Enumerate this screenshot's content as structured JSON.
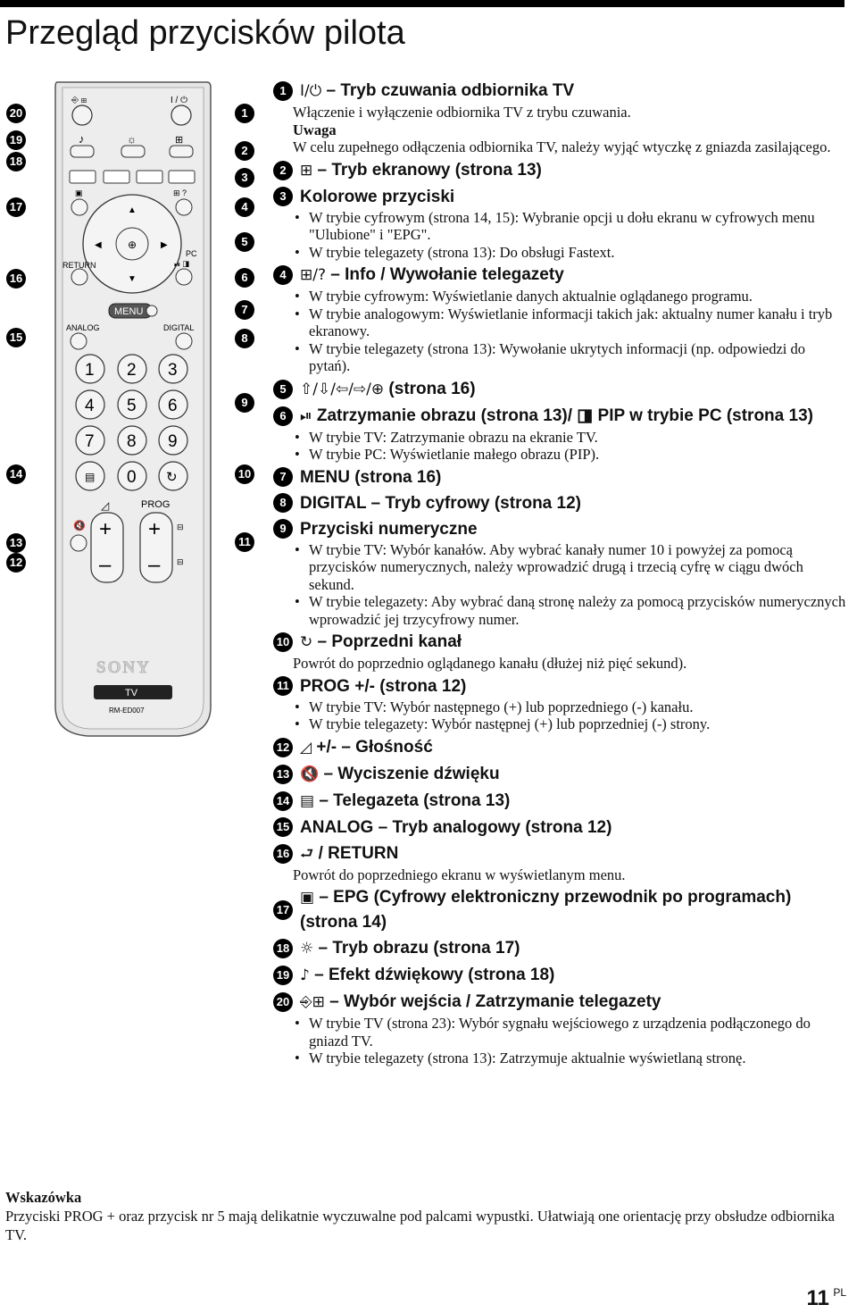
{
  "page_title": "Przegląd przycisków pilota",
  "remote": {
    "buttons_row1": [
      "⎆",
      "⊞",
      "I/⏻"
    ],
    "labels": {
      "pc": "PC",
      "return": "RETURN",
      "menu": "MENU",
      "analog": "ANALOG",
      "digital": "DIGITAL",
      "prog": "PROG",
      "brand": "SONY",
      "tv": "TV",
      "model": "RM-ED007"
    },
    "digits": [
      "1",
      "2",
      "3",
      "4",
      "5",
      "6",
      "7",
      "8",
      "9",
      "0"
    ],
    "plus": "+",
    "minus": "–",
    "callouts_left": [
      "20",
      "19",
      "18",
      "17",
      "16",
      "15",
      "14",
      "13",
      "12"
    ],
    "callouts_right": [
      "1",
      "2",
      "3",
      "4",
      "5",
      "6",
      "7",
      "8",
      "9",
      "10",
      "11"
    ]
  },
  "items": [
    {
      "num": "1",
      "sym": "I/⏻",
      "title": " – Tryb czuwania odbiornika TV",
      "lines": [
        "Włączenie i wyłączenie odbiornika TV z trybu czuwania."
      ],
      "note_label": "Uwaga",
      "note": "W celu zupełnego odłączenia odbiornika TV, należy wyjąć wtyczkę z gniazda zasilającego."
    },
    {
      "num": "2",
      "sym": "⊞",
      "title": " – Tryb ekranowy (strona 13)"
    },
    {
      "num": "3",
      "sym": "",
      "title": "Kolorowe przyciski",
      "bullets": [
        "W trybie cyfrowym (strona 14, 15): Wybranie opcji u dołu ekranu w cyfrowych menu \"Ulubione\" i \"EPG\".",
        "W trybie telegazety (strona 13): Do obsługi Fastext."
      ]
    },
    {
      "num": "4",
      "sym": "⊞/?",
      "title": " – Info / Wywołanie telegazety",
      "bullets": [
        "W trybie cyfrowym: Wyświetlanie danych aktualnie oglądanego programu.",
        "W trybie analogowym: Wyświetlanie informacji takich jak: aktualny numer kanału i tryb ekranowy.",
        "W trybie telegazety (strona 13): Wywołanie ukrytych informacji (np. odpowiedzi do pytań)."
      ]
    },
    {
      "num": "5",
      "sym": "⇧/⇩/⇦/⇨/⊕",
      "title": " (strona 16)"
    },
    {
      "num": "6",
      "sym": "⏯",
      "title": " Zatrzymanie obrazu (strona 13)/ ◨ PIP w trybie PC (strona 13)",
      "bullets": [
        "W trybie TV: Zatrzymanie obrazu na ekranie TV.",
        "W trybie PC: Wyświetlanie małego obrazu (PIP)."
      ]
    },
    {
      "num": "7",
      "sym": "",
      "title": "MENU (strona 16)"
    },
    {
      "num": "8",
      "sym": "",
      "title": "DIGITAL – Tryb cyfrowy (strona 12)"
    },
    {
      "num": "9",
      "sym": "",
      "title": "Przyciski numeryczne",
      "bullets": [
        "W trybie TV: Wybór kanałów. Aby wybrać kanały numer 10 i powyżej za pomocą przycisków numerycznych, należy wprowadzić drugą i trzecią cyfrę w ciągu dwóch sekund.",
        "W trybie telegazety: Aby wybrać daną stronę należy za pomocą przycisków numerycznych wprowadzić jej trzycyfrowy numer."
      ]
    },
    {
      "num": "10",
      "sym": "↻",
      "title": " – Poprzedni kanał",
      "lines": [
        "Powrót do poprzednio oglądanego kanału (dłużej niż pięć sekund)."
      ]
    },
    {
      "num": "11",
      "sym": "",
      "title": "PROG +/- (strona 12)",
      "bullets": [
        "W trybie TV: Wybór następnego (+) lub poprzedniego (-) kanału.",
        "W trybie telegazety: Wybór następnej (+) lub poprzedniej (-) strony."
      ]
    },
    {
      "num": "12",
      "sym": "◿",
      "title": " +/- – Głośność"
    },
    {
      "num": "13",
      "sym": "🔇",
      "title": " – Wyciszenie dźwięku"
    },
    {
      "num": "14",
      "sym": "▤",
      "title": " – Telegazeta (strona 13)"
    },
    {
      "num": "15",
      "sym": "",
      "title": "ANALOG – Tryb analogowy (strona 12)"
    },
    {
      "num": "16",
      "sym": "⮐",
      "title": " / RETURN",
      "lines": [
        "Powrót do poprzedniego ekranu w wyświetlanym menu."
      ]
    },
    {
      "num": "17",
      "sym": "▣",
      "title": " – EPG (Cyfrowy elektroniczny przewodnik po programach) (strona 14)"
    },
    {
      "num": "18",
      "sym": "☼",
      "title": " – Tryb obrazu (strona 17)"
    },
    {
      "num": "19",
      "sym": "♪",
      "title": " – Efekt dźwiękowy (strona 18)"
    },
    {
      "num": "20",
      "sym": "⎆⊞",
      "title": " – Wybór wejścia / Zatrzymanie telegazety",
      "bullets": [
        "W trybie TV (strona 23): Wybór sygnału wejściowego z urządzenia podłączonego do gniazd TV.",
        "W trybie telegazety (strona 13): Zatrzymuje aktualnie wyświetlaną stronę."
      ]
    }
  ],
  "tip": {
    "title": "Wskazówka",
    "text": "Przyciski PROG + oraz przycisk nr 5 mają delikatnie wyczuwalne pod palcami wypustki. Ułatwiają one orientację przy obsłudze odbiornika TV."
  },
  "page": {
    "number": "11",
    "lang": "PL"
  }
}
